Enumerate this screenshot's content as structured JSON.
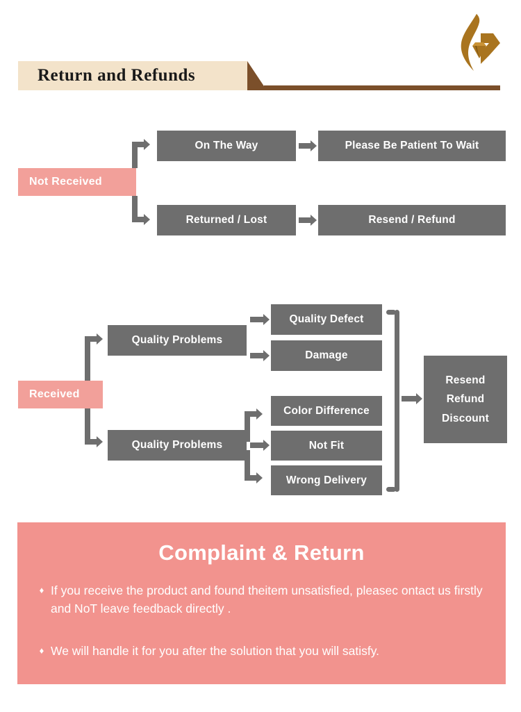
{
  "header": {
    "title": "Return and Refunds",
    "logo_icon": "flame-diamond-logo",
    "banner_color": "#f3e3ca",
    "accent_color": "#7b4f2a"
  },
  "colors": {
    "box_gray": "#6e6e6e",
    "label_pink": "#f2a09a",
    "panel_pink": "#f2938e",
    "text_white": "#ffffff"
  },
  "flow_not_received": {
    "label": "Not Received",
    "branches": [
      {
        "cause": "On The Way",
        "action": "Please Be Patient To Wait"
      },
      {
        "cause": "Returned / Lost",
        "action": "Resend / Refund"
      }
    ]
  },
  "flow_received": {
    "label": "Received",
    "groups": [
      {
        "cause": "Quality Problems",
        "reasons": [
          "Quality Defect",
          "Damage"
        ]
      },
      {
        "cause": "Quality Problems",
        "reasons": [
          "Color Difference",
          "Not Fit",
          "Wrong Delivery"
        ]
      }
    ],
    "outcome": {
      "lines": [
        "Resend",
        "Refund",
        "Discount"
      ]
    }
  },
  "complaint_panel": {
    "title": "Complaint & Return",
    "bullet_glyph": "♦",
    "bullets": [
      "If you receive the product and found theitem unsatisfied, pleasec ontact us firstly and NoT leave feedback directly .",
      "We will handle it for you after the solution that you will satisfy."
    ]
  }
}
